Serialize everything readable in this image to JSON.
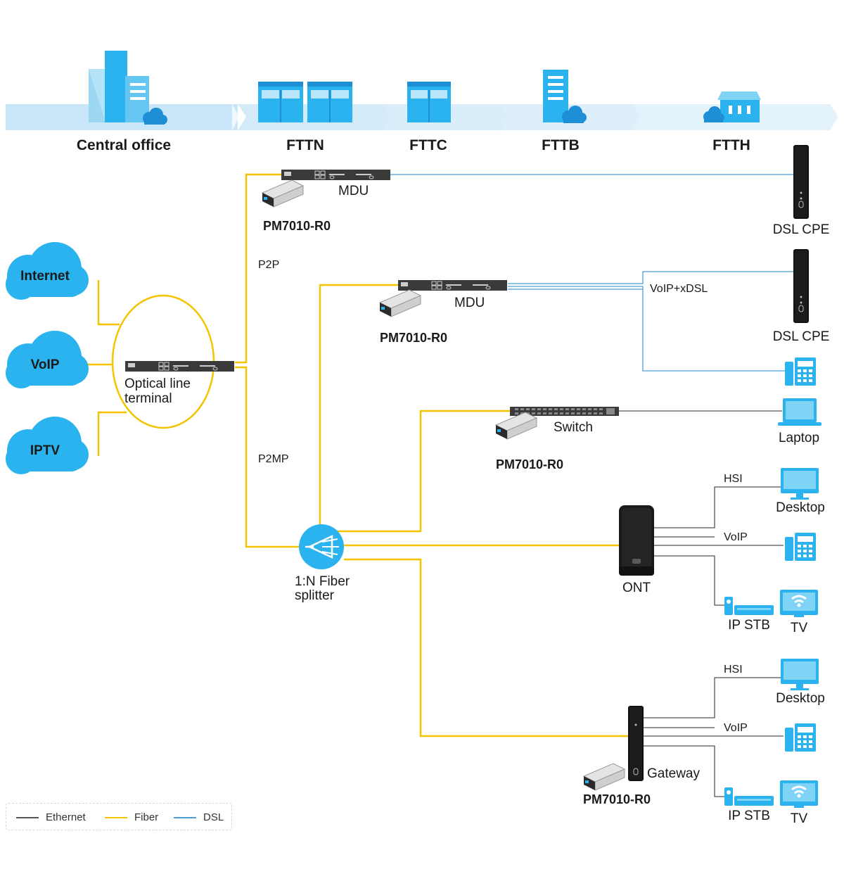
{
  "stages": [
    "Central office",
    "FTTN",
    "FTTC",
    "FTTB",
    "FTTH"
  ],
  "clouds": [
    "Internet",
    "VoIP",
    "IPTV"
  ],
  "olt": {
    "line1": "Optical line",
    "line2": "terminal"
  },
  "links": {
    "p2p": "P2P",
    "p2mp": "P2MP"
  },
  "splitter": {
    "line1": "1:N Fiber",
    "line2": "splitter"
  },
  "module": "PM7010-R0",
  "devices": {
    "mdu1": "MDU",
    "mdu2": "MDU",
    "switch": "Switch",
    "ont": "ONT",
    "gateway": "Gateway",
    "dsl_cpe_1": "DSL CPE",
    "dsl_cpe_2": "DSL CPE",
    "laptop": "Laptop",
    "desktop_1": "Desktop",
    "desktop_2": "Desktop",
    "ip_stb_1": "IP STB",
    "ip_stb_2": "IP STB",
    "tv_1": "TV",
    "tv_2": "TV"
  },
  "line_labels": {
    "voip_xdsl": "VoIP+xDSL",
    "hsi_1": "HSI",
    "voip_1": "VoIP",
    "hsi_2": "HSI",
    "voip_2": "VoIP"
  },
  "legend": [
    {
      "label": "Ethernet",
      "color": "#555555"
    },
    {
      "label": "Fiber",
      "color": "#f5c400"
    },
    {
      "label": "DSL",
      "color": "#4a9fd8"
    }
  ],
  "colors": {
    "fiber": "#f5c400",
    "ethernet": "#555555",
    "dsl": "#4a9fd8",
    "brand_blue": "#2ab3ee",
    "band": "#c9e7f8"
  }
}
